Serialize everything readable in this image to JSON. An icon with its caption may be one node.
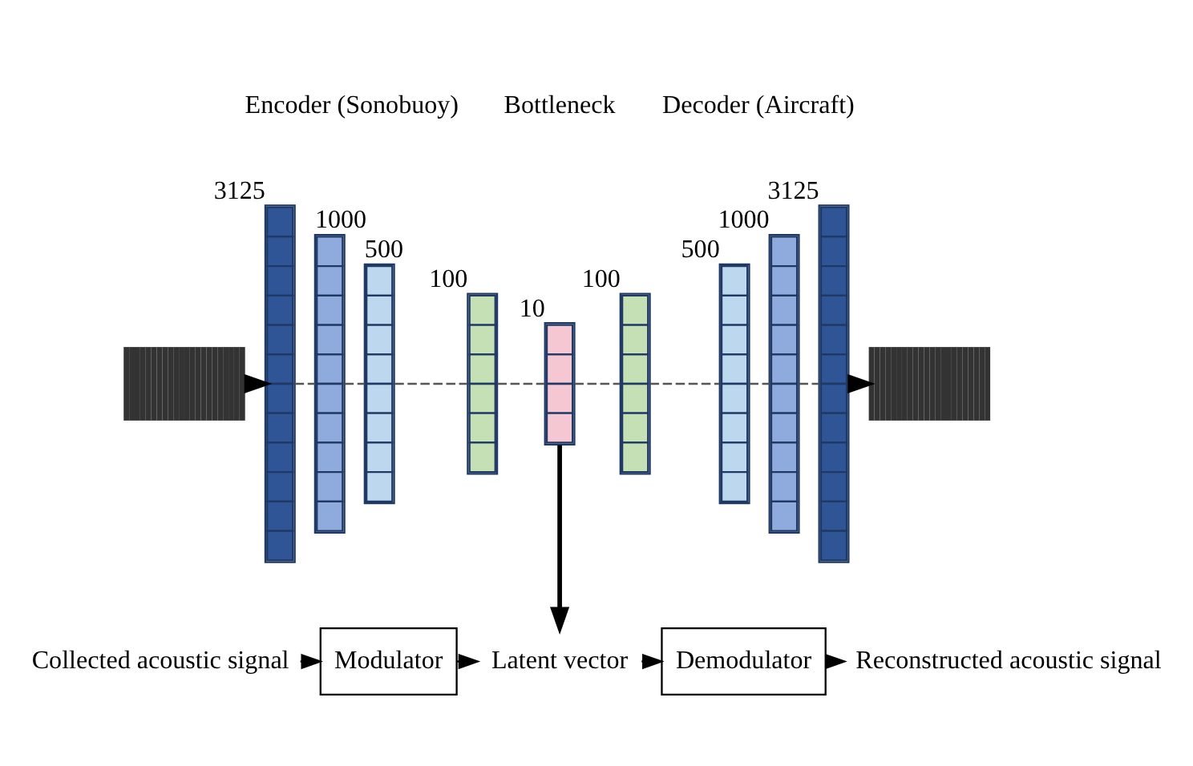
{
  "diagram": {
    "nodes": [
      {
        "text": [],
        "shape": "picture"
      },
      {
        "text": [],
        "shape": "bar",
        "beside": [
          "3125"
        ]
      },
      {
        "text": [],
        "shape": "bar",
        "beside": [
          "1000"
        ]
      },
      {
        "text": [],
        "shape": "bar",
        "beside": [
          "500"
        ]
      },
      {
        "text": [],
        "shape": "bar",
        "beside": [
          "100"
        ]
      },
      {
        "text": [],
        "shape": "bar",
        "beside": [
          "10"
        ]
      },
      {
        "text": [],
        "shape": "bar",
        "beside": [
          "100"
        ]
      },
      {
        "text": [],
        "shape": "bar",
        "beside": [
          "500"
        ]
      },
      {
        "text": [],
        "shape": "bar",
        "beside": [
          "1000"
        ]
      },
      {
        "text": [],
        "shape": "bar",
        "beside": [
          "3125"
        ]
      },
      {
        "text": [],
        "shape": "picture"
      },
      {
        "text": [
          "Collected acoustic signal"
        ]
      },
      {
        "text": [
          "Modulator"
        ]
      },
      {
        "text": [
          "Latent vector"
        ]
      },
      {
        "text": [
          "Demodulator"
        ]
      },
      {
        "text": [
          "Reconstructed acoustic signal"
        ]
      }
    ],
    "edges": [
      {
        "from": 0,
        "to": 1,
        "arrow": "to",
        "style": "thick"
      },
      {
        "from": 1,
        "to": 2,
        "arrow": "none",
        "style": "dashed"
      },
      {
        "from": 2,
        "to": 3,
        "arrow": "none",
        "style": "dashed"
      },
      {
        "from": 3,
        "to": 4,
        "arrow": "none",
        "style": "dashed"
      },
      {
        "from": 4,
        "to": 5,
        "arrow": "none",
        "style": "dashed"
      },
      {
        "from": 5,
        "to": 6,
        "arrow": "none",
        "style": "dashed"
      },
      {
        "from": 6,
        "to": 7,
        "arrow": "none",
        "style": "dashed"
      },
      {
        "from": 7,
        "to": 8,
        "arrow": "none",
        "style": "dashed"
      },
      {
        "from": 8,
        "to": 9,
        "arrow": "none",
        "style": "dashed"
      },
      {
        "from": 9,
        "to": 10,
        "arrow": "to",
        "style": "thick"
      },
      {
        "from": 5,
        "to": 13,
        "arrow": "to",
        "style": "thick"
      },
      {
        "from": 11,
        "to": 12,
        "arrow": "to"
      },
      {
        "from": 12,
        "to": 13,
        "arrow": "to"
      },
      {
        "from": 13,
        "to": 14,
        "arrow": "to"
      },
      {
        "from": 14,
        "to": 15,
        "arrow": "to"
      }
    ],
    "labels": [
      "Encoder (Sonobuoy)",
      "Decoder (Aircraft)",
      "Bottleneck"
    ]
  }
}
